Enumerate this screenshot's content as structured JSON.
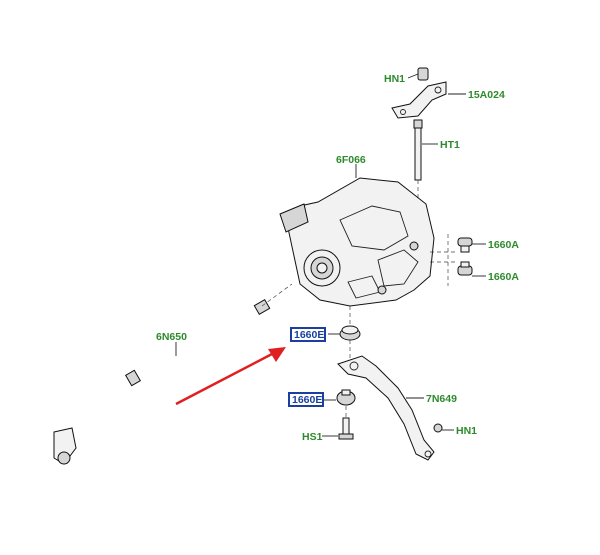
{
  "labels": {
    "hn1_top": "HN1",
    "bracket_15a024": "15A024",
    "ht1": "HT1",
    "gearbox_6f066": "6F066",
    "mount_1660a_upper": "1660A",
    "mount_1660a_lower": "1660A",
    "hose_6n650": "6N650",
    "insulator_1660e_upper": "1660E",
    "insulator_1660e_lower": "1660E",
    "bracket_7n649": "7N649",
    "hs1": "HS1",
    "hn1_bottom": "HN1"
  },
  "highlight_color": "#1a3fa0",
  "label_color": "#2d8a2d",
  "arrow_color": "#e02020"
}
